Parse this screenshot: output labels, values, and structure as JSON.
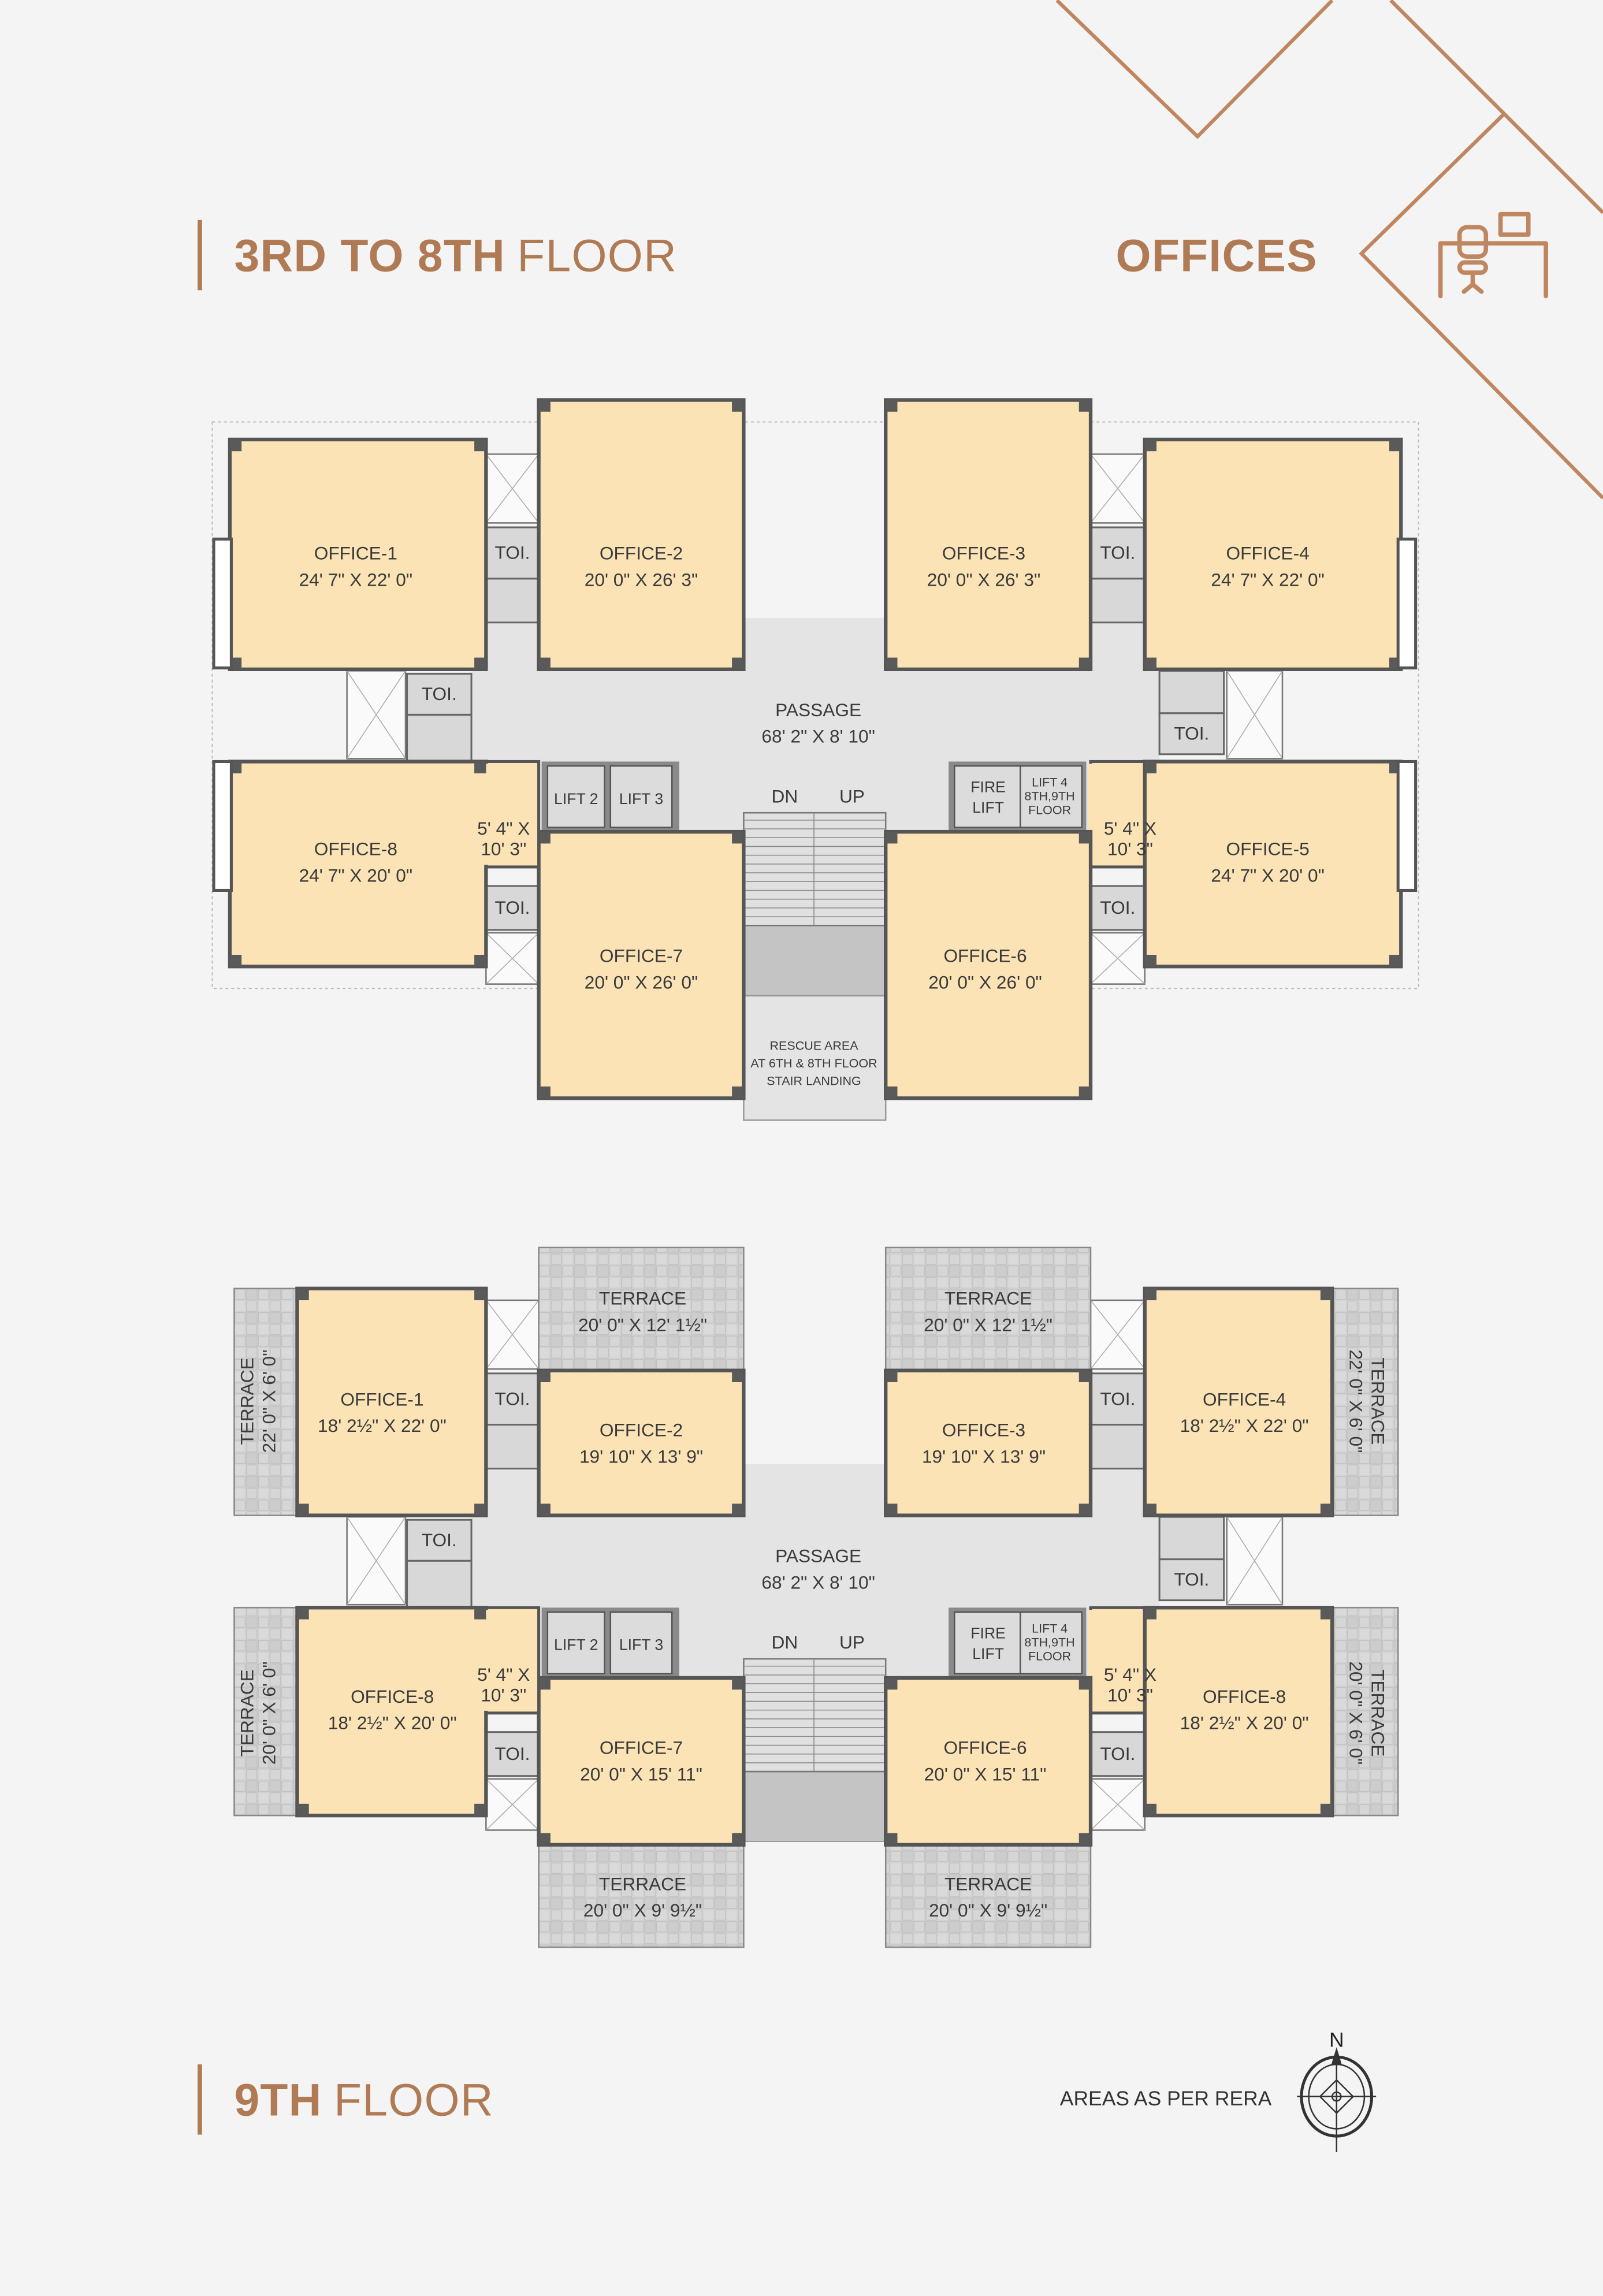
{
  "header": {
    "floor_title_bold": "3RD TO 8TH",
    "floor_title_light": "FLOOR",
    "category": "OFFICES",
    "category_icon": "office-desk-icon"
  },
  "plan_a": {
    "offices": [
      {
        "name": "OFFICE-1",
        "size": "24' 7\" X 22' 0\""
      },
      {
        "name": "OFFICE-2",
        "size": "20' 0\" X 26' 3\""
      },
      {
        "name": "OFFICE-3",
        "size": "20' 0\" X 26' 3\""
      },
      {
        "name": "OFFICE-4",
        "size": "24' 7\" X 22' 0\""
      },
      {
        "name": "OFFICE-5",
        "size": "24' 7\" X 20' 0\""
      },
      {
        "name": "OFFICE-6",
        "size": "20' 0\" X 26' 0\""
      },
      {
        "name": "OFFICE-7",
        "size": "20' 0\" X 26' 0\""
      },
      {
        "name": "OFFICE-8",
        "size": "24' 7\" X 20' 0\""
      }
    ],
    "passage": {
      "name": "PASSAGE",
      "size": "68' 2\" X 8' 10\""
    },
    "toilet": "TOI.",
    "lifts": [
      "LIFT 2",
      "LIFT 3"
    ],
    "fire_lift": [
      "FIRE",
      "LIFT"
    ],
    "lift4": [
      "LIFT 4",
      "8TH,9TH",
      "FLOOR"
    ],
    "stairs": {
      "down": "DN",
      "up": "UP"
    },
    "anteroom": [
      "5' 4\" X",
      "10' 3\""
    ],
    "rescue": [
      "RESCUE AREA",
      "AT 6TH & 8TH FLOOR",
      "STAIR LANDING"
    ]
  },
  "plan_b": {
    "offices": [
      {
        "name": "OFFICE-1",
        "size": "18' 2½\" X 22' 0\""
      },
      {
        "name": "OFFICE-2",
        "size": "19' 10\" X 13' 9\""
      },
      {
        "name": "OFFICE-3",
        "size": "19' 10\" X 13' 9\""
      },
      {
        "name": "OFFICE-4",
        "size": "18' 2½\" X 22' 0\""
      },
      {
        "name": "OFFICE-8",
        "size": "18' 2½\" X 20' 0\""
      },
      {
        "name": "OFFICE-6",
        "size": "20' 0\" X 15' 11\""
      },
      {
        "name": "OFFICE-7",
        "size": "20' 0\" X 15' 11\""
      },
      {
        "name": "OFFICE-8",
        "size": "18' 2½\" X 20' 0\""
      }
    ],
    "terraces": [
      {
        "name": "TERRACE",
        "size": "20' 0\" X 12' 1½\""
      },
      {
        "name": "TERRACE",
        "size": "20' 0\" X 12' 1½\""
      },
      {
        "name": "TERRACE",
        "size": "22' 0\" X 6' 0\""
      },
      {
        "name": "TERRACE",
        "size": "22' 0\" X 6' 0\""
      },
      {
        "name": "TERRACE",
        "size": "20' 0\" X 6' 0\""
      },
      {
        "name": "TERRACE",
        "size": "20' 0\" X 6' 0\""
      },
      {
        "name": "TERRACE",
        "size": "20' 0\" X 9' 9½\""
      },
      {
        "name": "TERRACE",
        "size": "20' 0\" X 9' 9½\""
      }
    ],
    "passage": {
      "name": "PASSAGE",
      "size": "68' 2\" X 8' 10\""
    },
    "toilet": "TOI.",
    "lifts": [
      "LIFT 2",
      "LIFT 3"
    ],
    "fire_lift": [
      "FIRE",
      "LIFT"
    ],
    "lift4": [
      "LIFT 4",
      "8TH,9TH",
      "FLOOR"
    ],
    "stairs": {
      "down": "DN",
      "up": "UP"
    },
    "anteroom": [
      "5' 4\" X",
      "10' 3\""
    ]
  },
  "footer": {
    "floor_title_bold": "9TH",
    "floor_title_light": "FLOOR",
    "note": "AREAS AS PER RERA",
    "compass_north": "N"
  },
  "colors": {
    "accent": "#b07a55",
    "office": "#fbe3b6",
    "wall": "#555555",
    "passage": "#e4e4e4",
    "background": "#f4f4f4",
    "terrace": "#cfcfcf"
  }
}
